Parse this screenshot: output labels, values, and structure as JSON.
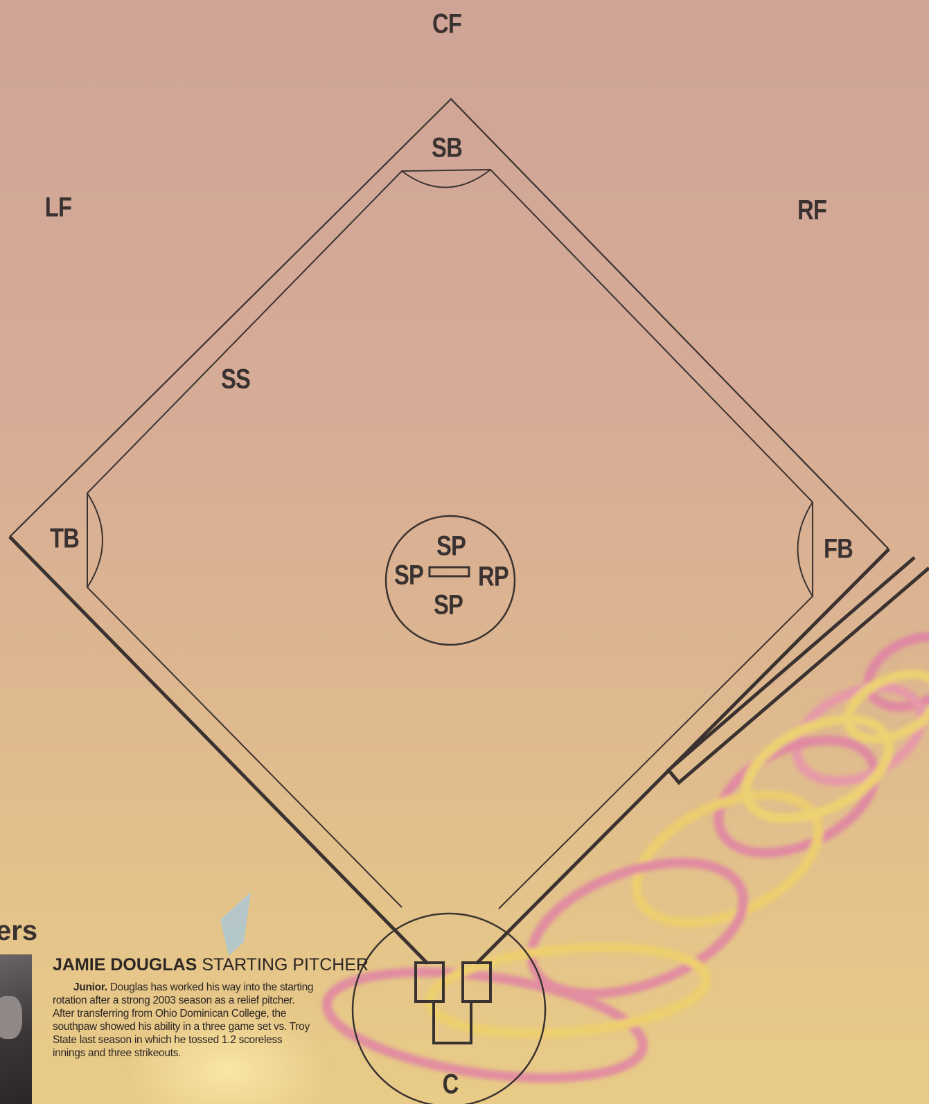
{
  "diagram": {
    "positions": {
      "cf": "CF",
      "lf": "LF",
      "rf": "RF",
      "sb": "SB",
      "ss": "SS",
      "tb": "TB",
      "fb": "FB",
      "sp_top": "SP",
      "sp_left": "SP",
      "sp_bottom": "SP",
      "rp": "RP",
      "c": "C"
    }
  },
  "sidebar": {
    "heading_fragment": "ers"
  },
  "profile": {
    "name": "JAMIE DOUGLAS",
    "role": "STARTING PITCHER",
    "class_year": "Junior.",
    "bio": "Douglas has worked his way into the starting rotation after a strong 2003 season as a relief pitcher. After transferring from Ohio Dominican College, the southpaw showed his ability in a three game set vs. Troy State last season in which he tossed 1.2 scoreless innings and three strikeouts."
  },
  "colors": {
    "line": "#3a3230",
    "text": "#3a3230",
    "swirl_pink": "#e07aa8",
    "swirl_yellow": "#f2d86a"
  }
}
